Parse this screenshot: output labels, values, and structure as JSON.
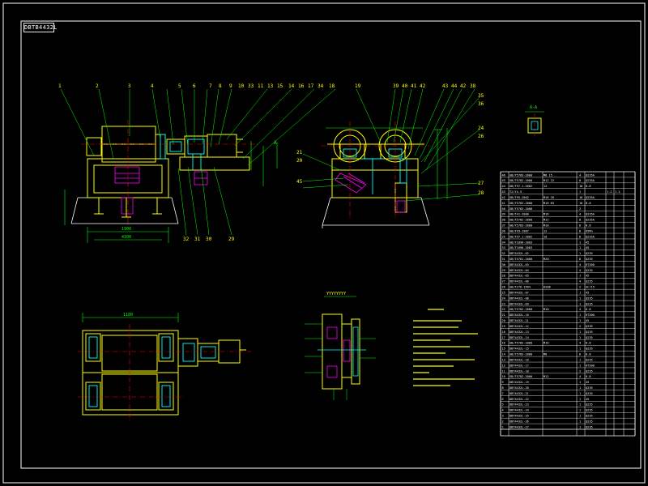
{
  "drawing": {
    "title_tag": "DBTB4432L",
    "colors": {
      "background": "#000000",
      "frame": "#ffffff",
      "outline": "#ffff00",
      "detail": "#00ffff",
      "hatch": "#ff00ff",
      "dimension": "#00ff00",
      "center_line": "#ff0000",
      "table_line": "#ffffff",
      "table_text": "#ffffff"
    }
  },
  "views": {
    "front_callouts_top": [
      "1",
      "2",
      "3",
      "4",
      "5",
      "6",
      "7",
      "8",
      "9",
      "10",
      "33",
      "11",
      "13",
      "15",
      "14",
      "16",
      "17",
      "34",
      "18"
    ],
    "front_callouts_bottom": [
      "32",
      "31",
      "30",
      "29"
    ],
    "side_callouts_top": [
      "19",
      "39",
      "40",
      "41",
      "42",
      "43",
      "44",
      "42",
      "38"
    ],
    "side_callouts_left": [
      "21",
      "20",
      "45"
    ],
    "side_callouts_right": [
      "35",
      "36",
      "24",
      "26",
      "27",
      "28"
    ],
    "front_dims": [
      "1900",
      "4100"
    ],
    "plan_dims": [
      "1100"
    ],
    "section_marks": [
      "A",
      "A-A"
    ]
  },
  "parts_table": {
    "rows": [
      {
        "no": "46",
        "code": "GB/T5783-2000",
        "name": "M8 15",
        "qty": "4",
        "mat": "Q235A"
      },
      {
        "no": "45",
        "code": "GB/T5782-2000",
        "name": "M12 22",
        "qty": "8",
        "mat": "Q235A"
      },
      {
        "no": "44",
        "code": "GB/T97.1-2002",
        "name": "12",
        "qty": "10",
        "mat": "8.8"
      },
      {
        "no": "43",
        "code": "Y2/Y4-5",
        "name": "",
        "qty": "1",
        "mat": "",
        "w1": "1.2",
        "w2": "1.2"
      },
      {
        "no": "42",
        "code": "GB/T95-2002",
        "name": "M16 20",
        "qty": "16",
        "mat": "Q235A"
      },
      {
        "no": "41",
        "code": "GB/T5782-2000",
        "name": "M16 65",
        "qty": "16",
        "mat": "8.8"
      },
      {
        "no": "40",
        "code": "GB/T5783-2000",
        "name": "",
        "qty": "2",
        "mat": ""
      },
      {
        "no": "39",
        "code": "GB/T41-2000",
        "name": "M16",
        "qty": "4",
        "mat": "Q235A"
      },
      {
        "no": "38",
        "code": "GB/T5782-2000",
        "name": "M12",
        "qty": "8",
        "mat": "Q235A"
      },
      {
        "no": "37",
        "code": "GB/T5783-2000",
        "name": "M10",
        "qty": "8",
        "mat": "8.8"
      },
      {
        "no": "36",
        "code": "GB/T93-1987",
        "name": "12",
        "qty": "8",
        "mat": "65Mn"
      },
      {
        "no": "35",
        "code": "GB/T97.1-2002",
        "name": "10",
        "qty": "8",
        "mat": "Q235A"
      },
      {
        "no": "34",
        "code": "GB/T1096-2003",
        "name": "",
        "qty": "1",
        "mat": "45"
      },
      {
        "no": "33",
        "code": "GB/T1096-2003",
        "name": "",
        "qty": "1",
        "mat": "45"
      },
      {
        "no": "32",
        "code": "DBT4432L-02",
        "name": "",
        "qty": "1",
        "mat": "Q235"
      },
      {
        "no": "31",
        "code": "GB/T5781-2000",
        "name": "M20",
        "qty": "8",
        "mat": "Q235"
      },
      {
        "no": "30",
        "code": "DBT4432L-03",
        "name": "",
        "qty": "4",
        "mat": "HT200"
      },
      {
        "no": "29",
        "code": "DBT4432L-04",
        "name": "",
        "qty": "4",
        "mat": "Q235"
      },
      {
        "no": "28",
        "code": "DBT4432L-05",
        "name": "",
        "qty": "1",
        "mat": "45"
      },
      {
        "no": "27",
        "code": "DBT4432L-06",
        "name": "",
        "qty": "4",
        "mat": "Q235"
      },
      {
        "no": "26",
        "code": "GB/T276-1994",
        "name": "6208",
        "qty": "2",
        "mat": "GCr15"
      },
      {
        "no": "25",
        "code": "DBT4432L-07",
        "name": "",
        "qty": "1",
        "mat": "45"
      },
      {
        "no": "24",
        "code": "DBT4432L-08",
        "name": "",
        "qty": "1",
        "mat": "Q235"
      },
      {
        "no": "23",
        "code": "DBT4432L-09",
        "name": "",
        "qty": "1",
        "mat": "Q235"
      },
      {
        "no": "22",
        "code": "GB/T5782-2000",
        "name": "M10",
        "qty": "4",
        "mat": "8.8"
      },
      {
        "no": "21",
        "code": "DBT4432L-10",
        "name": "",
        "qty": "1",
        "mat": "HT200"
      },
      {
        "no": "20",
        "code": "DBT4432L-11",
        "name": "",
        "qty": "1",
        "mat": "45"
      },
      {
        "no": "19",
        "code": "DBT4432L-12",
        "name": "",
        "qty": "2",
        "mat": "Q235"
      },
      {
        "no": "18",
        "code": "DBT4432L-13",
        "name": "",
        "qty": "1",
        "mat": "Q235"
      },
      {
        "no": "17",
        "code": "DBT4432L-14",
        "name": "",
        "qty": "1",
        "mat": "Q235"
      },
      {
        "no": "16",
        "code": "GB/T5782-2000",
        "name": "M16",
        "qty": "4",
        "mat": "8.8"
      },
      {
        "no": "15",
        "code": "DBT4432L-15",
        "name": "",
        "qty": "1",
        "mat": "Q235"
      },
      {
        "no": "14",
        "code": "GB/T5783-2000",
        "name": "M8",
        "qty": "6",
        "mat": "8.8"
      },
      {
        "no": "13",
        "code": "DBT4432L-16",
        "name": "",
        "qty": "1",
        "mat": "Q235"
      },
      {
        "no": "12",
        "code": "DBT4432L-17",
        "name": "",
        "qty": "1",
        "mat": "HT200"
      },
      {
        "no": "11",
        "code": "DBT4432L-18",
        "name": "",
        "qty": "2",
        "mat": "Q235"
      },
      {
        "no": "10",
        "code": "GB/T5782-2000",
        "name": "M12",
        "qty": "4",
        "mat": "8.8"
      },
      {
        "no": "9",
        "code": "DBT4432L-19",
        "name": "",
        "qty": "1",
        "mat": "45"
      },
      {
        "no": "8",
        "code": "DBT4432L-20",
        "name": "",
        "qty": "1",
        "mat": "Q235"
      },
      {
        "no": "7",
        "code": "DBT4432L-21",
        "name": "",
        "qty": "1",
        "mat": "Q235"
      },
      {
        "no": "6",
        "code": "DBT4432L-22",
        "name": "",
        "qty": "1",
        "mat": "45"
      },
      {
        "no": "5",
        "code": "DBT4432L-23",
        "name": "",
        "qty": "1",
        "mat": "Q235"
      },
      {
        "no": "4",
        "code": "DBT4432L-24",
        "name": "",
        "qty": "1",
        "mat": "Q235"
      },
      {
        "no": "3",
        "code": "DBT4432L-25",
        "name": "",
        "qty": "1",
        "mat": "Q235"
      },
      {
        "no": "2",
        "code": "DBT4432L-26",
        "name": "",
        "qty": "1",
        "mat": "Q235"
      },
      {
        "no": "1",
        "code": "DBT4432L-27",
        "name": "",
        "qty": "1",
        "mat": "Q235"
      }
    ]
  }
}
